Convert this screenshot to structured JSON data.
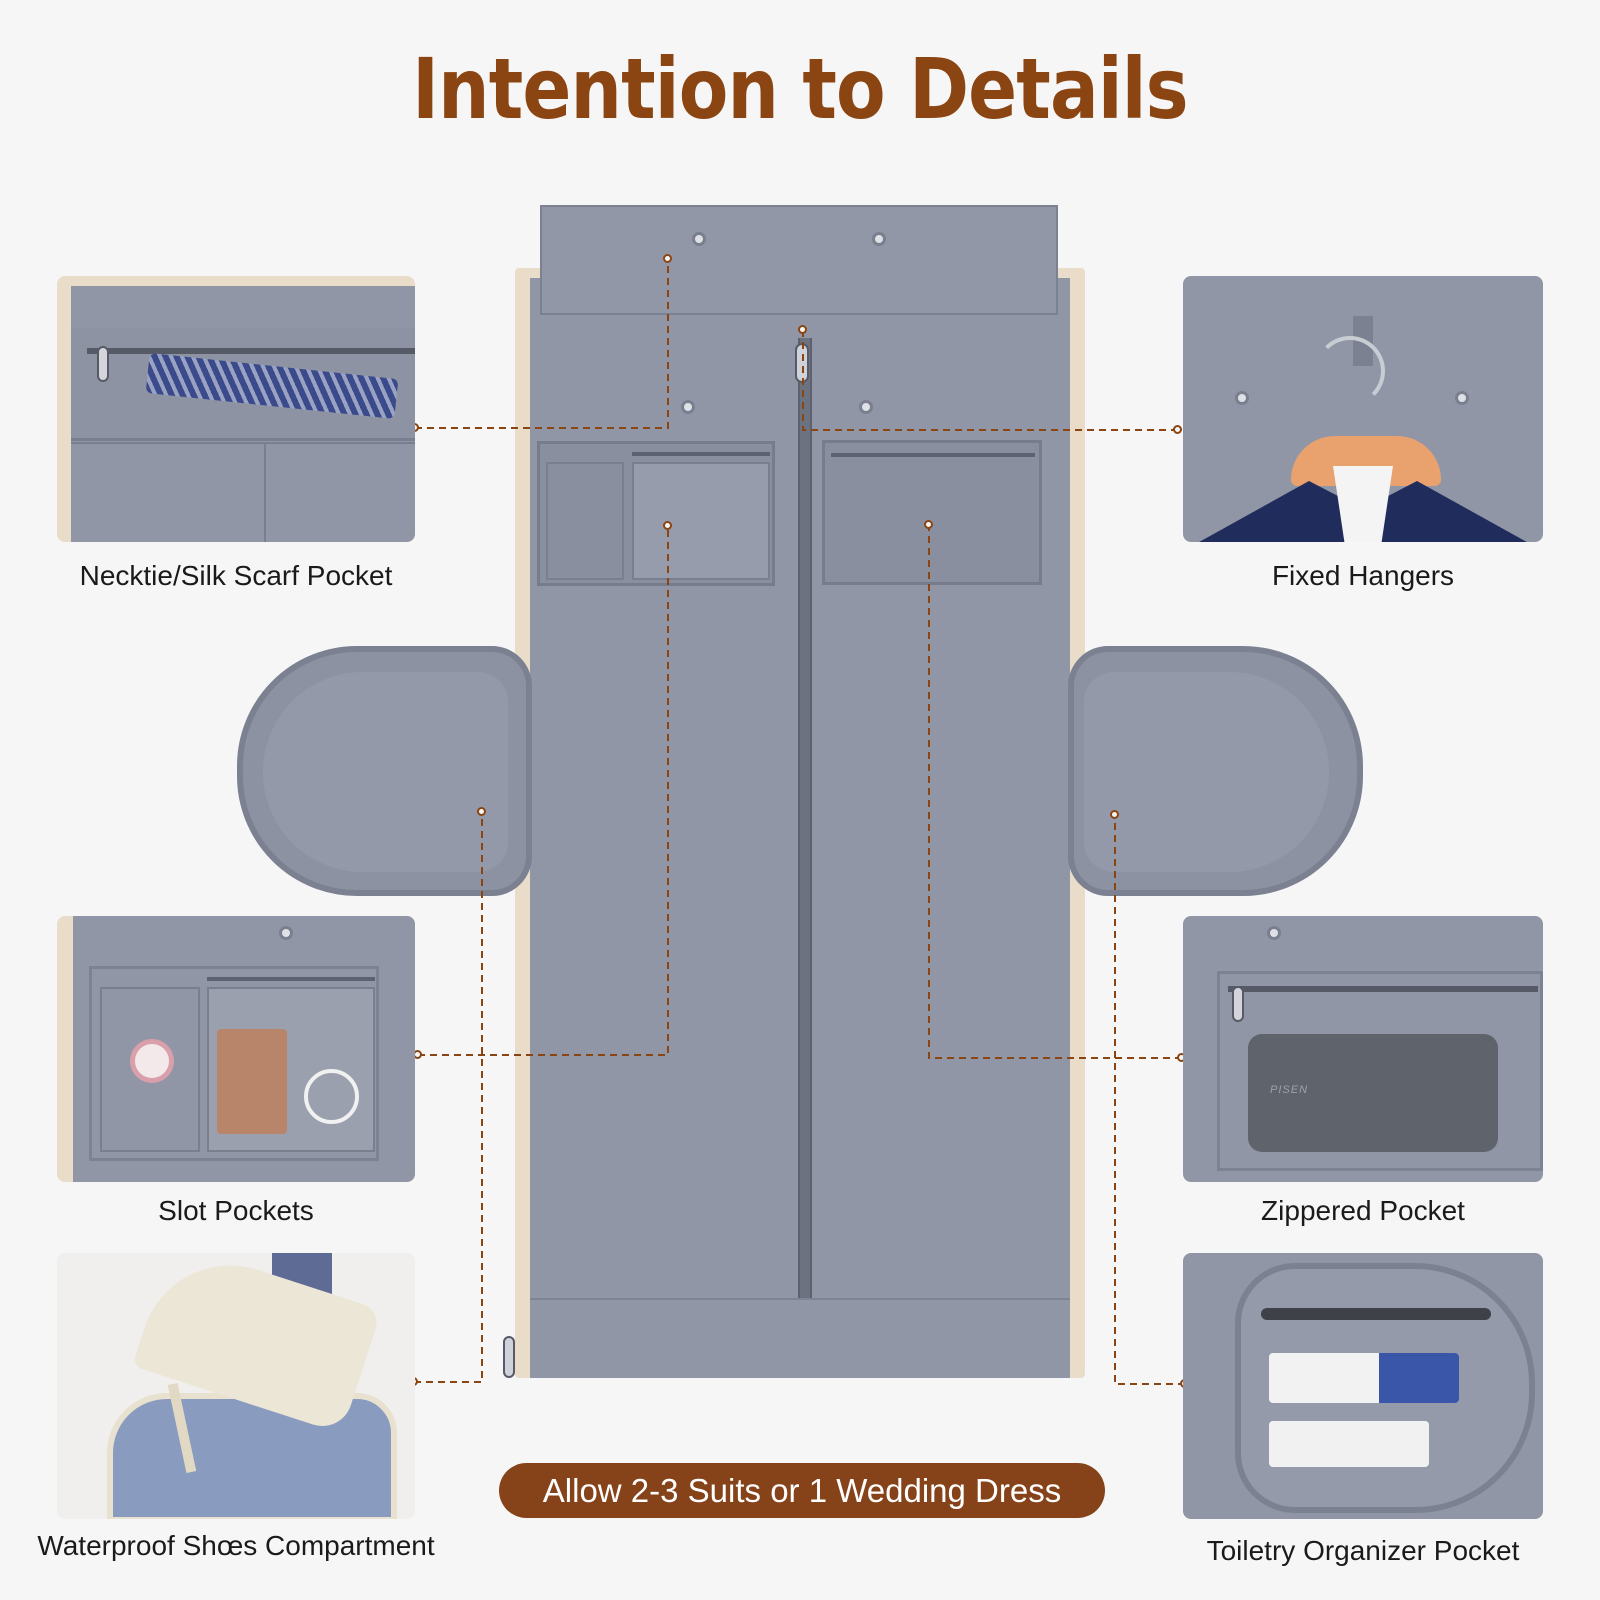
{
  "title": "Intention to Details",
  "features": {
    "necktie": "Necktie/Silk Scarf Pocket",
    "hangers": "Fixed Hangers",
    "slot": "Slot Pockets",
    "zippered": "Zippered Pocket",
    "shoes": "Waterproof Shœs Compartment",
    "toiletry": "Toiletry Organizer Pocket"
  },
  "banner": "Allow 2-3 Suits or 1 Wedding Dress",
  "product_text": {
    "power_bank_brand": "PISEN"
  },
  "colors": {
    "title": "#8a4512",
    "bag_body": "#9096a6",
    "bag_trim": "#e9dcc9",
    "callout_line": "#8a4512",
    "banner_bg": "#86431a"
  }
}
